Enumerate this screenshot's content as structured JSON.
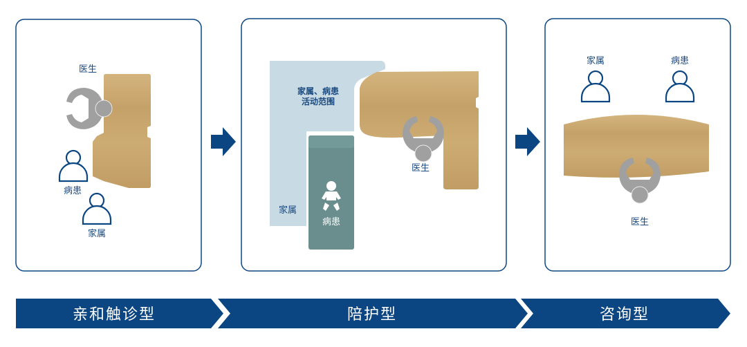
{
  "colors": {
    "navy": "#0b4682",
    "wood": "#c9a56d",
    "zone": "#c8dae4",
    "bed": "#6a8e8e",
    "person": "#a0a0a0"
  },
  "panels": [
    {
      "labels": {
        "doctor": "医生",
        "patient": "病患",
        "family": "家属"
      }
    },
    {
      "labels": {
        "zone_line1": "家属、病患",
        "zone_line2": "活动范围",
        "family": "家属",
        "patient": "病患",
        "doctor": "医生"
      }
    },
    {
      "labels": {
        "family": "家属",
        "patient": "病患",
        "doctor": "医生"
      }
    }
  ],
  "banner": [
    "亲和触诊型",
    "陪护型",
    "咨询型"
  ]
}
